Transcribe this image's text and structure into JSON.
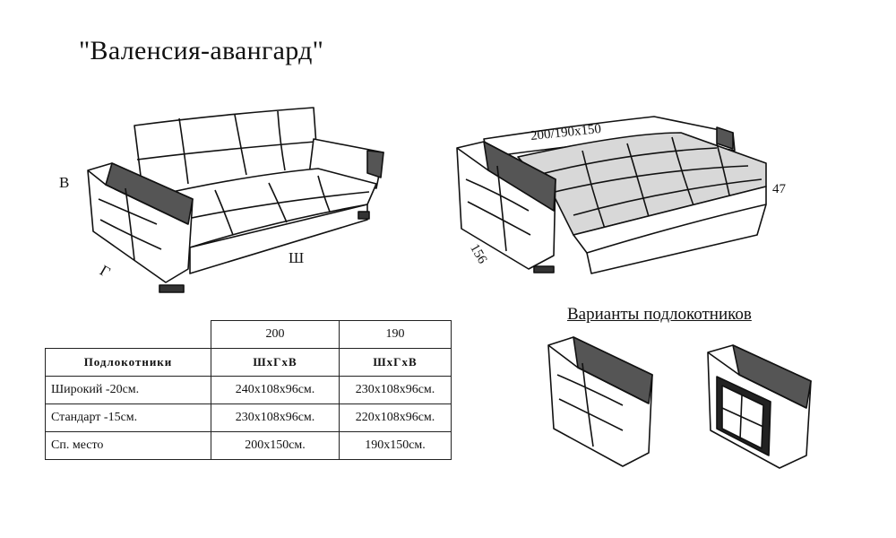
{
  "title": "\"Валенсия-авангард\"",
  "dimension_labels": {
    "height": "В",
    "depth": "Г",
    "width": "Ш",
    "bed_size": "200/190х150",
    "seat_height": "47",
    "unfolded_length": "156"
  },
  "variants_title": "Варианты подлокотников",
  "table": {
    "size_headers": [
      "200",
      "190"
    ],
    "header_row": {
      "label": "Подлокотники",
      "col200": "ШхГхВ",
      "col190": "ШхГхВ"
    },
    "rows": [
      {
        "label": "Широкий -20см.",
        "col200": "240х108х96см.",
        "col190": "230х108х96см."
      },
      {
        "label": "Стандарт -15см.",
        "col200": "230х108х96см.",
        "col190": "220х108х96см."
      },
      {
        "label": "Сп. место",
        "col200": "200х150см.",
        "col190": "190х150см."
      }
    ]
  },
  "colors": {
    "armrest_top": "#555555",
    "bed_surface": "#d8d8d8",
    "line": "#111111"
  }
}
